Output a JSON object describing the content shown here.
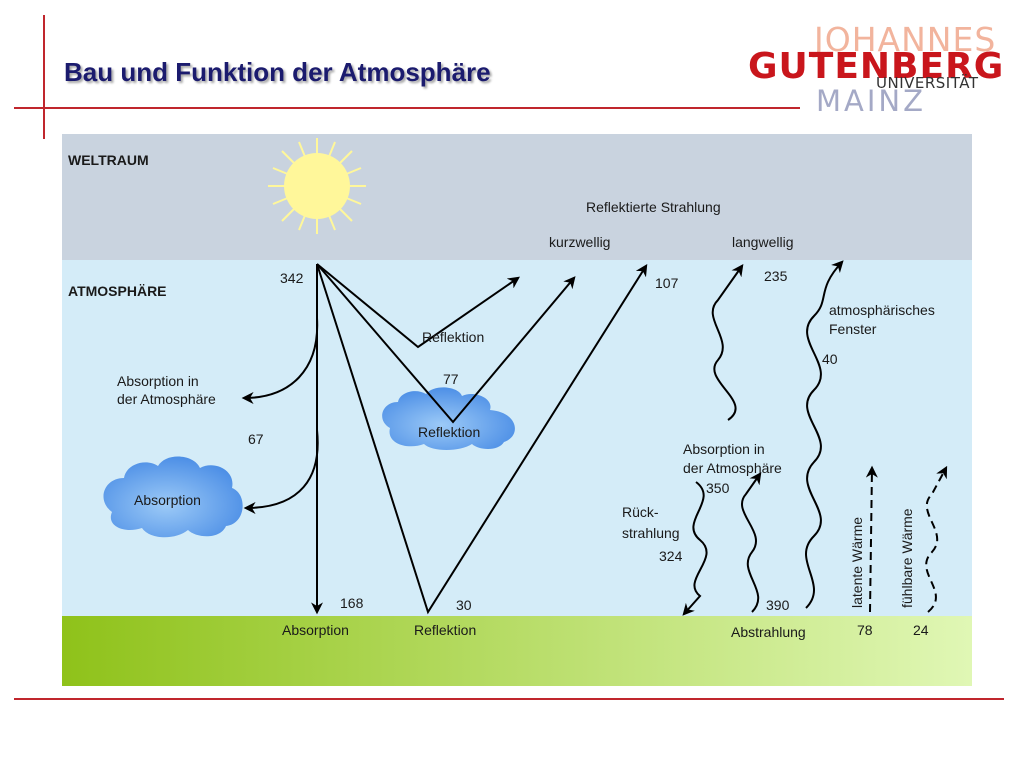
{
  "title": "Bau und Funktion der Atmosphäre",
  "logo": {
    "line1": "JOHANNES",
    "line2": "GUTENBERG",
    "line3": "UNIVERSITÄT",
    "line4": "MAINZ"
  },
  "colors": {
    "accent_red": "#c0262d",
    "space": "#c9d3df",
    "atmosphere": "#d4ecf8",
    "ground_dark": "#8fc21a",
    "ground_light": "#e0f7b5",
    "sun": "#fff79a",
    "cloud": "#5fa0ea"
  },
  "diagram": {
    "zones": {
      "space": "WELTRAUM",
      "atmosphere": "ATMOSPHÄRE"
    },
    "reflected_header": "Reflektierte Strahlung",
    "shortwave": "kurzwellig",
    "longwave": "langwellig",
    "incoming": "342",
    "absorption_atmo_left": {
      "line1": "Absorption in",
      "line2": "der Atmosphäre"
    },
    "absorption_atmo_value": "67",
    "cloud_absorption": "Absorption",
    "cloud_reflection": "Reflektion",
    "reflection_label": "Reflektion",
    "reflection_value": "77",
    "reflected_total": "107",
    "longwave_out": "235",
    "atmo_window": {
      "line1": "atmosphärisches",
      "line2": "Fenster"
    },
    "window_value": "40",
    "absorption_atmo_right": {
      "line1": "Absorption in",
      "line2": "der Atmosphäre"
    },
    "absorbed_atmo_value": "350",
    "back_radiation": {
      "line1": "Rück-",
      "line2": "strahlung"
    },
    "back_radiation_value": "324",
    "ground_absorbed": "168",
    "ground_reflected": "30",
    "surface_emission": "390",
    "latent_heat": "latente Wärme",
    "sensible_heat": "fühlbare Wärme",
    "latent_value": "78",
    "sensible_value": "24",
    "ground_absorption": "Absorption",
    "ground_reflection": "Reflektion",
    "ground_emission": "Abstrahlung"
  }
}
